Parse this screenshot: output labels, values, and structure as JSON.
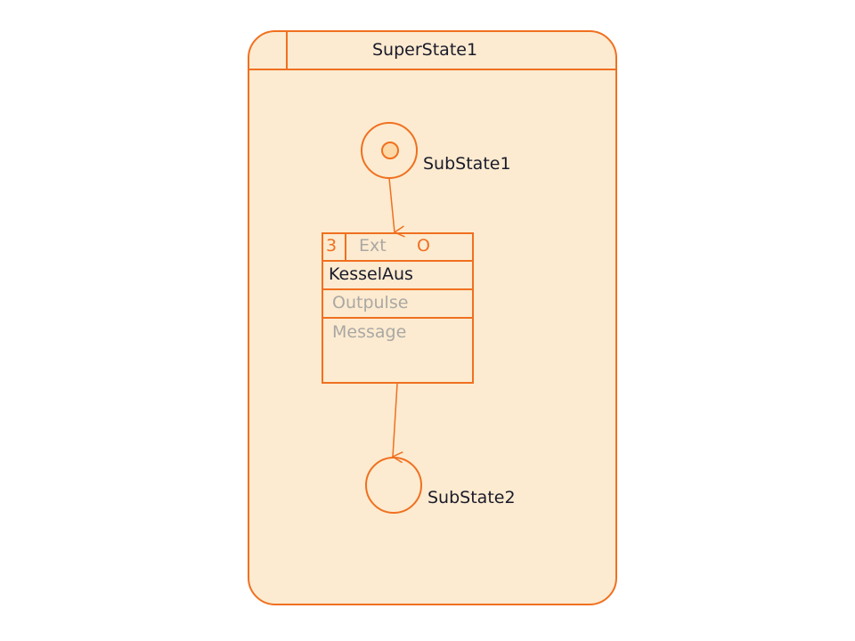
{
  "superstate": {
    "title": "SuperState1"
  },
  "substate1": {
    "label": "SubState1"
  },
  "substate2": {
    "label": "SubState2"
  },
  "action_block": {
    "number": "3",
    "type": "Ext",
    "flag": "O",
    "name": "KesselAus",
    "output": "Outpulse",
    "message": "Message"
  },
  "colors": {
    "stroke": "#f07020",
    "fill": "#fcebd0",
    "inner": "#fdd9a8"
  }
}
